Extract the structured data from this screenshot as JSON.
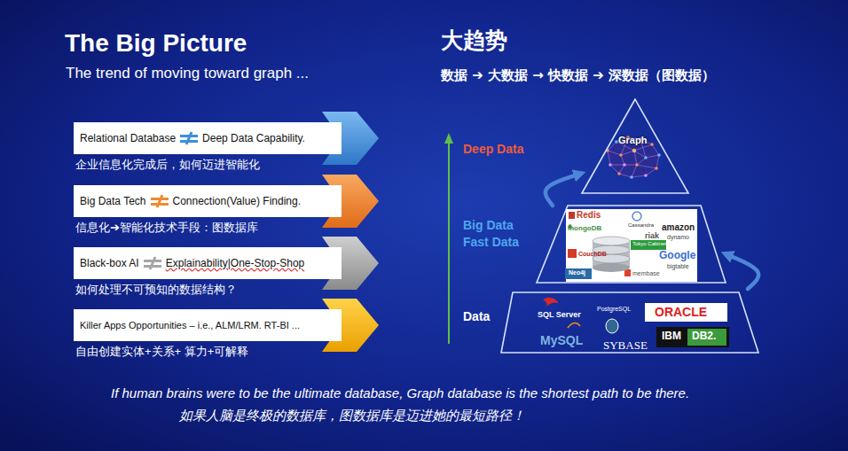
{
  "diagram": {
    "title": "The Big Picture",
    "caption": "If human brains were to be the ultimate database, Graph database is the shortest path to be there.",
    "nodes": [
      {
        "text": [
          "Relational Database",
          "Deep Data Capability.",
          "企业信息化完成后，如何迈进智能化"
        ]
      },
      {
        "text": [
          "Big Data Tech",
          "Connection(Value) Finding.",
          "信息化➔智能化技术手段：图数据库"
        ]
      },
      {
        "text": [
          "Black-box AI",
          "Explainability|One-Stop-Shop",
          "如何处理不可预知的数据结构？"
        ]
      },
      {
        "text": [
          "Killer Apps Opportunities – i.e., ALM/LRM. RT-BI ...",
          "自由创建实体+关系+ 算力+可解释"
        ]
      },
      {
        "text": [
          "Graph"
        ]
      },
      {
        "text": [
          "Redis",
          "Cassandra",
          "mongoDB",
          "riak",
          "amazon",
          "dynamo",
          "CouchDB",
          "Tokyo Cabinet",
          "Google",
          "bigtable",
          "Neo4j",
          "membase"
        ]
      },
      {
        "text": [
          "SQL Server",
          "PostgreSQL",
          "ORACLE",
          "MySQL",
          "SYBASE",
          "IBM",
          "DB2."
        ]
      }
    ],
    "edges": [
      {
        "from": 6,
        "to": 5,
        "arrow": "to"
      },
      {
        "from": 5,
        "to": 4,
        "arrow": "to"
      }
    ],
    "labels": [
      "The trend of moving toward graph ...",
      "大趋势",
      "数据 ➔ 大数据 → 快数据 ➔ 深数据（图数据）",
      "Deep Data",
      "Big Data",
      "Fast Data",
      "Data",
      "如果人脑是终极的数据库，图数据库是迈进她的最短路径！"
    ]
  }
}
